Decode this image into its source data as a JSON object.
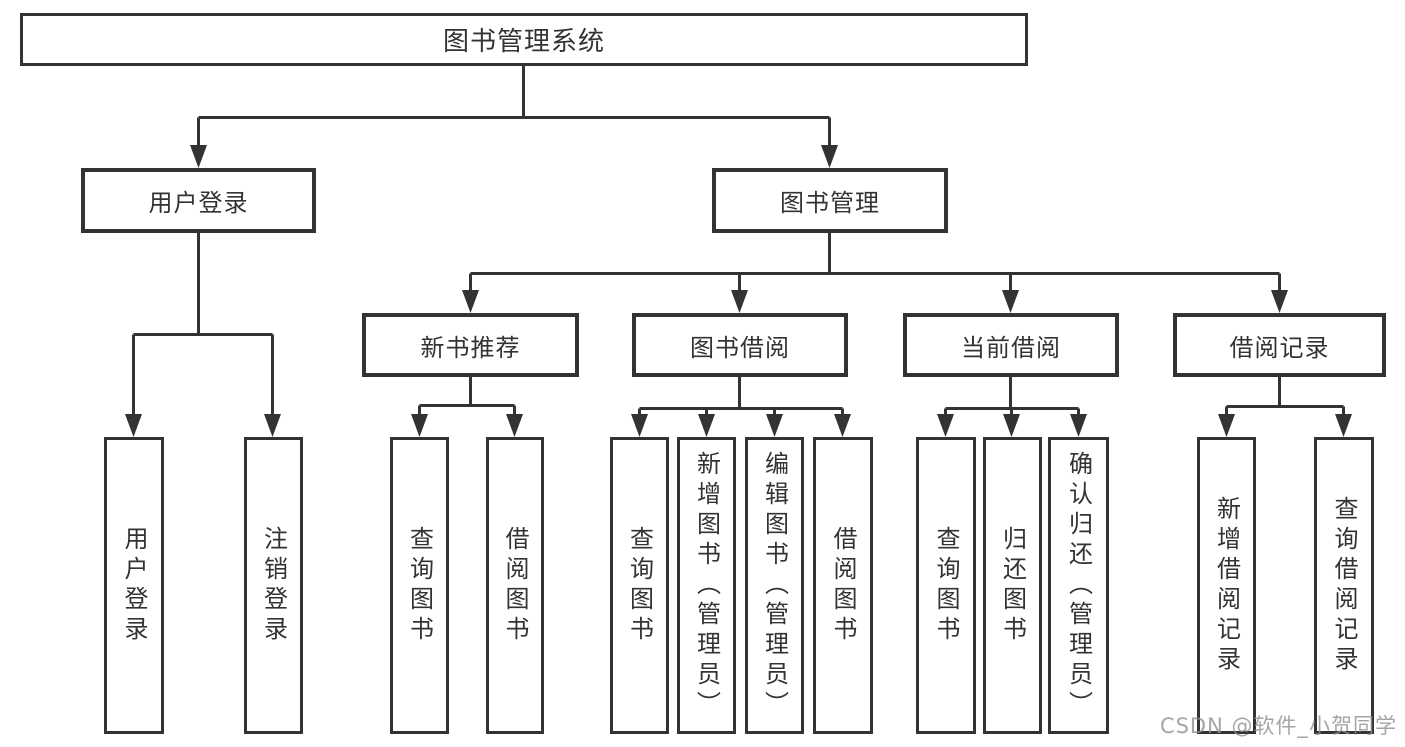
{
  "root": {
    "label": "图书管理系统"
  },
  "level2": [
    {
      "id": "user-login",
      "label": "用户登录"
    },
    {
      "id": "book-management",
      "label": "图书管理"
    }
  ],
  "level3": [
    {
      "id": "new-book-recommend",
      "label": "新书推荐",
      "parent": "book-management"
    },
    {
      "id": "book-borrow",
      "label": "图书借阅",
      "parent": "book-management"
    },
    {
      "id": "current-borrow",
      "label": "当前借阅",
      "parent": "book-management"
    },
    {
      "id": "borrow-records",
      "label": "借阅记录",
      "parent": "book-management"
    }
  ],
  "leaves": [
    {
      "label": "用户登录",
      "parent": "user-login"
    },
    {
      "label": "注销登录",
      "parent": "user-login"
    },
    {
      "label": "查询图书",
      "parent": "new-book-recommend"
    },
    {
      "label": "借阅图书",
      "parent": "new-book-recommend"
    },
    {
      "label": "查询图书",
      "parent": "book-borrow"
    },
    {
      "label": "新增图书（管理员）",
      "parent": "book-borrow"
    },
    {
      "label": "编辑图书（管理员）",
      "parent": "book-borrow"
    },
    {
      "label": "借阅图书",
      "parent": "book-borrow"
    },
    {
      "label": "查询图书",
      "parent": "current-borrow"
    },
    {
      "label": "归还图书",
      "parent": "current-borrow"
    },
    {
      "label": "确认归还（管理员）",
      "parent": "current-borrow"
    },
    {
      "label": "新增借阅记录",
      "parent": "borrow-records"
    },
    {
      "label": "查询借阅记录",
      "parent": "borrow-records"
    }
  ],
  "watermark": "CSDN @软件_小贺同学",
  "colors": {
    "line": "#333333",
    "text": "#333333",
    "background": "#ffffff",
    "watermark": "#919191"
  }
}
